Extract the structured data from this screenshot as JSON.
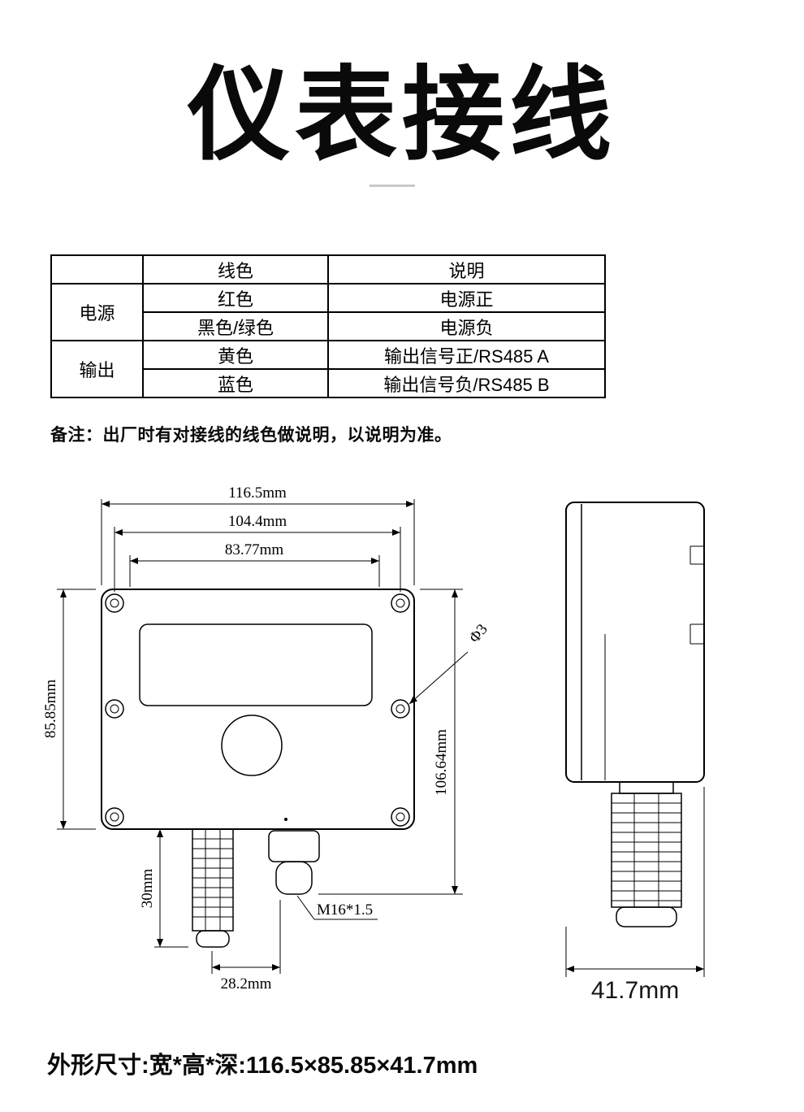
{
  "title": "仪表接线",
  "note": "备注：出厂时有对接线的线色做说明，以说明为准。",
  "footer": "外形尺寸:宽*高*深:116.5×85.85×41.7mm",
  "table": {
    "headers": {
      "category": "",
      "color": "线色",
      "desc": "说明"
    },
    "groups": [
      {
        "label": "电源",
        "rows": [
          {
            "color": "红色",
            "desc": "电源正"
          },
          {
            "color": "黑色/绿色",
            "desc": "电源负"
          }
        ]
      },
      {
        "label": "输出",
        "rows": [
          {
            "color": "黄色",
            "desc": "输出信号正/RS485 A"
          },
          {
            "color": "蓝色",
            "desc": "输出信号负/RS485 B"
          }
        ]
      }
    ]
  },
  "drawing": {
    "dims": {
      "width_outer": "116.5mm",
      "width_mid": "104.4mm",
      "width_inner": "83.77mm",
      "height_left": "85.85mm",
      "height_right": "106.64mm",
      "hole_dia": "Φ3",
      "probe_length": "30mm",
      "gland_thread": "M16*1.5",
      "probe_offset": "28.2mm",
      "depth": "41.7mm"
    }
  }
}
